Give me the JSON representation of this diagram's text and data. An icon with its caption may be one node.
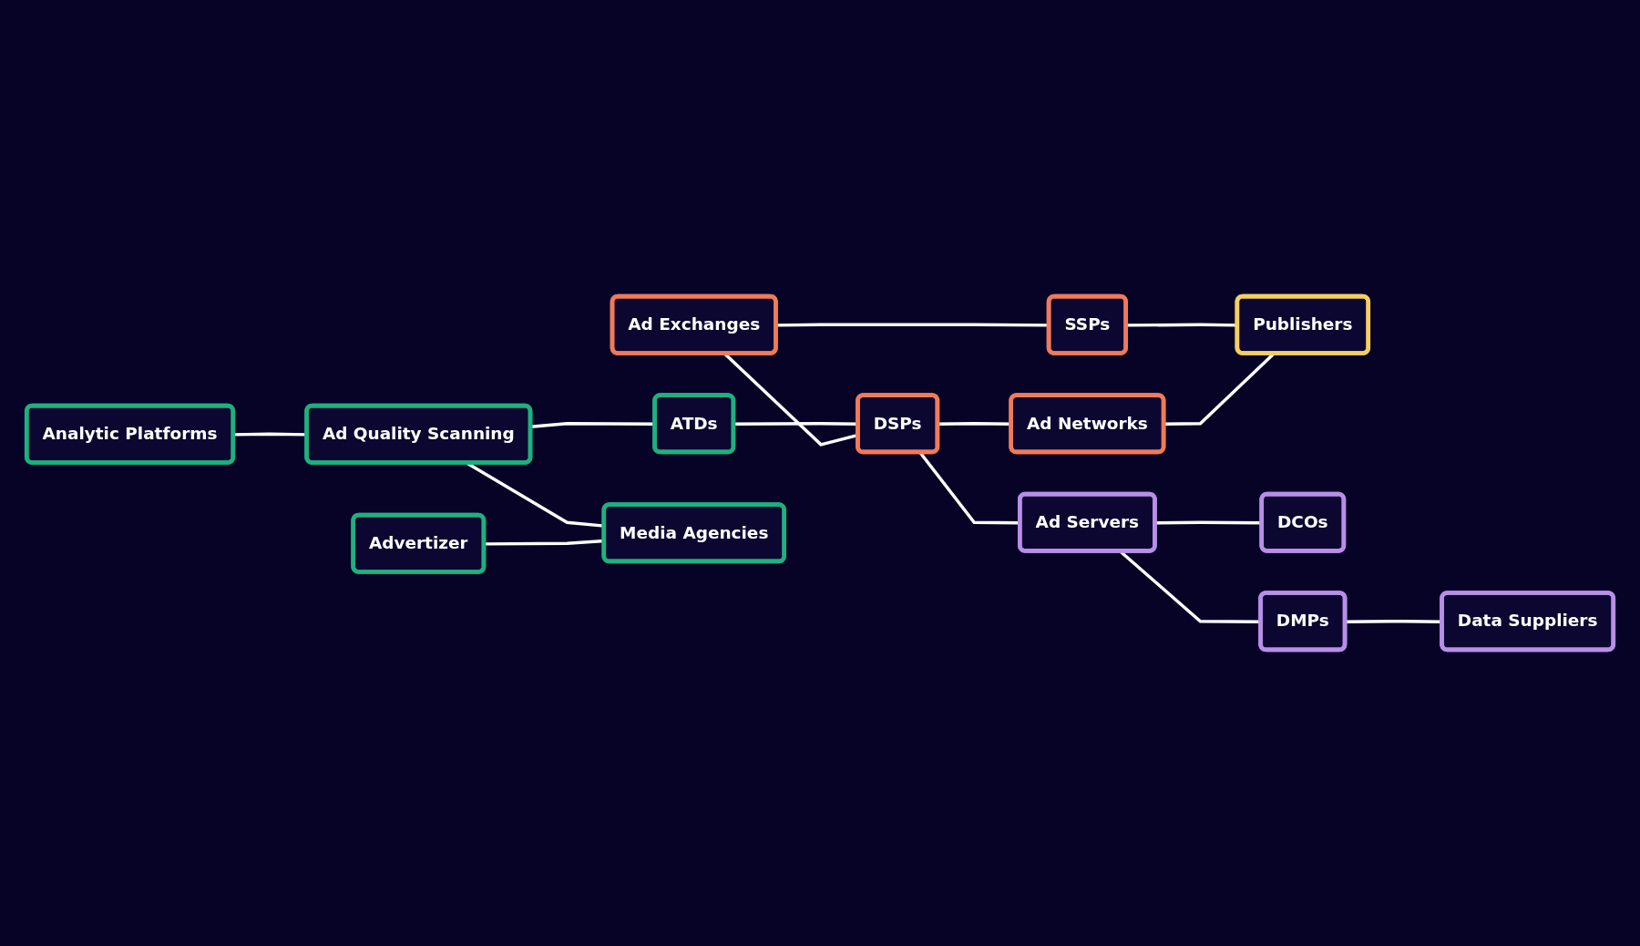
{
  "diagram": {
    "nodes": [
      {
        "text": [
          "Analytic Platforms"
        ]
      },
      {
        "text": [
          "Ad Exchanges"
        ]
      },
      {
        "text": [
          "Ad Quality Scanning"
        ]
      },
      {
        "text": [
          "ATDs"
        ]
      },
      {
        "text": [
          "SSPs"
        ]
      },
      {
        "text": [
          "Advertizer"
        ]
      },
      {
        "text": [
          "DSPs"
        ]
      },
      {
        "text": [
          "Publishers"
        ]
      },
      {
        "text": [
          "Media Agencies"
        ]
      },
      {
        "text": [
          "Ad Servers"
        ]
      },
      {
        "text": [
          "Ad Networks"
        ]
      },
      {
        "text": [
          "DCOs"
        ]
      },
      {
        "text": [
          "DMPs"
        ]
      },
      {
        "text": [
          "Data Suppliers"
        ]
      }
    ],
    "edges": [
      {
        "from": 0,
        "to": 2,
        "arrow": "none"
      },
      {
        "from": 2,
        "to": 3,
        "arrow": "none"
      },
      {
        "from": 2,
        "to": 8,
        "arrow": "none"
      },
      {
        "from": 5,
        "to": 8,
        "arrow": "none"
      },
      {
        "from": 3,
        "to": 6,
        "arrow": "none"
      },
      {
        "from": 1,
        "to": 6,
        "arrow": "none"
      },
      {
        "from": 1,
        "to": 4,
        "arrow": "none"
      },
      {
        "from": 4,
        "to": 7,
        "arrow": "none"
      },
      {
        "from": 6,
        "to": 9,
        "arrow": "none"
      },
      {
        "from": 6,
        "to": 10,
        "arrow": "none"
      },
      {
        "from": 10,
        "to": 7,
        "arrow": "none"
      },
      {
        "from": 9,
        "to": 11,
        "arrow": "none"
      },
      {
        "from": 9,
        "to": 12,
        "arrow": "none"
      },
      {
        "from": 12,
        "to": 13,
        "arrow": "none"
      }
    ]
  }
}
